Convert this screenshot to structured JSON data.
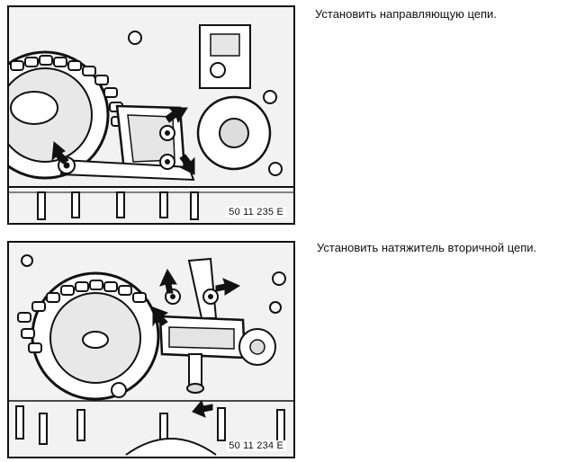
{
  "steps": [
    {
      "caption": "Установить направляющую цепи.",
      "figure_code": "50 11 235 E"
    },
    {
      "caption": "Установить натяжитель вторичной цепи.",
      "figure_code": "50 11 234 E"
    }
  ]
}
